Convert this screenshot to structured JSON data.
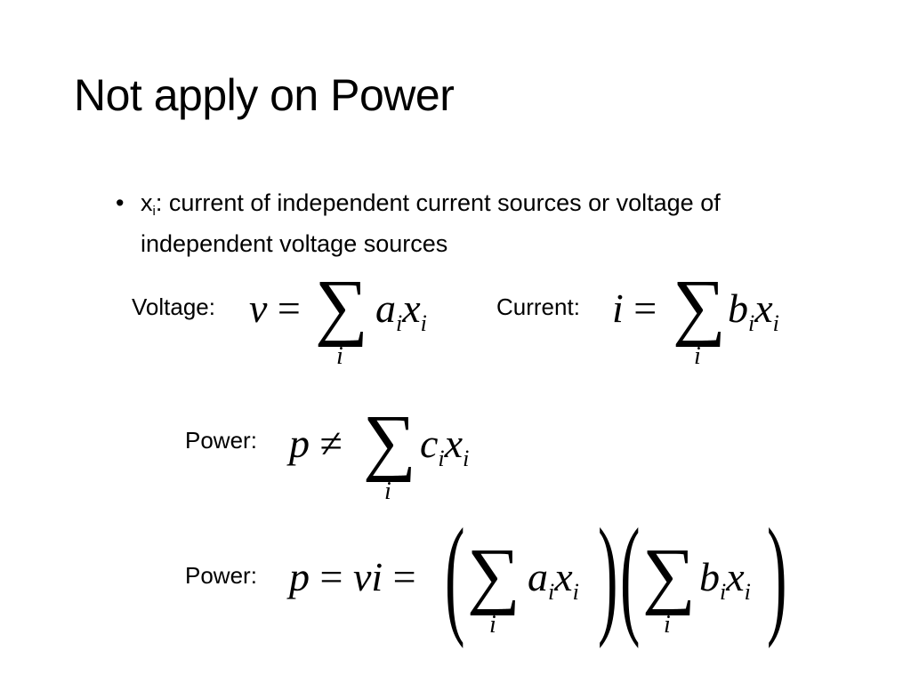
{
  "slide": {
    "title": "Not apply on Power",
    "bullet": {
      "symbol": "•",
      "var": "x",
      "var_sub": "i",
      "text": ": current of independent current sources or voltage of independent voltage sources"
    },
    "voltage": {
      "label": "Voltage:",
      "lhs": "v",
      "rel": "=",
      "coef": "a",
      "coef_sub": "i",
      "var": "x",
      "var_sub": "i",
      "sum_sub": "i"
    },
    "current": {
      "label": "Current:",
      "lhs": "i",
      "rel": "=",
      "coef": "b",
      "coef_sub": "i",
      "var": "x",
      "var_sub": "i",
      "sum_sub": "i"
    },
    "power_neq": {
      "label": "Power:",
      "lhs": "p",
      "rel": "≠",
      "coef": "c",
      "coef_sub": "i",
      "var": "x",
      "var_sub": "i",
      "sum_sub": "i"
    },
    "power_eq": {
      "label": "Power:",
      "lhs": "p",
      "rel1": "=",
      "mid": "vi",
      "rel2": "=",
      "coef1": "a",
      "coef1_sub": "i",
      "var1": "x",
      "var1_sub": "i",
      "coef2": "b",
      "coef2_sub": "i",
      "var2": "x",
      "var2_sub": "i",
      "sum_sub": "i"
    }
  }
}
